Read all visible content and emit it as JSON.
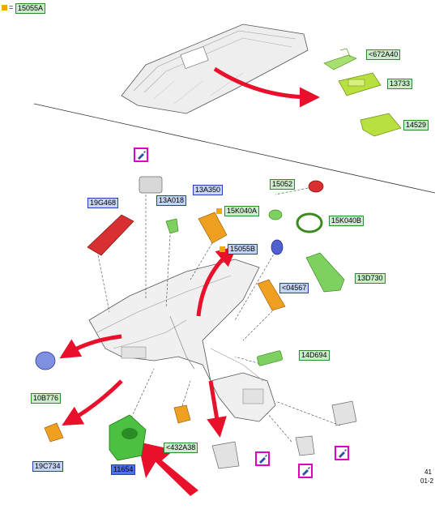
{
  "legend": {
    "code": "15055A",
    "equals": "="
  },
  "labels": {
    "l672A40": "<672A40",
    "l13733": "13733",
    "l14529": "14529",
    "l19G468": "19G468",
    "l13A018": "13A018",
    "l13A350": "13A350",
    "l15052": "15052",
    "l15K040A": "15K040A",
    "l15K040B": "15K040B",
    "l15055B": "15055B",
    "l13D730": "13D730",
    "l04567": "<04567",
    "l14D694": "14D694",
    "l10B776": "10B776",
    "l19C734": "19C734",
    "l11654": "11654",
    "l432A38": "<432A38"
  },
  "corner": {
    "line1": "41",
    "line2": "01-2"
  },
  "colors": {
    "green_part": "#8fd14f",
    "orange_part": "#f0a020",
    "red_part": "#d83030",
    "blue_part": "#5060d0",
    "arrow_red": "#e8102a",
    "callout_magenta": "#e000c0"
  }
}
